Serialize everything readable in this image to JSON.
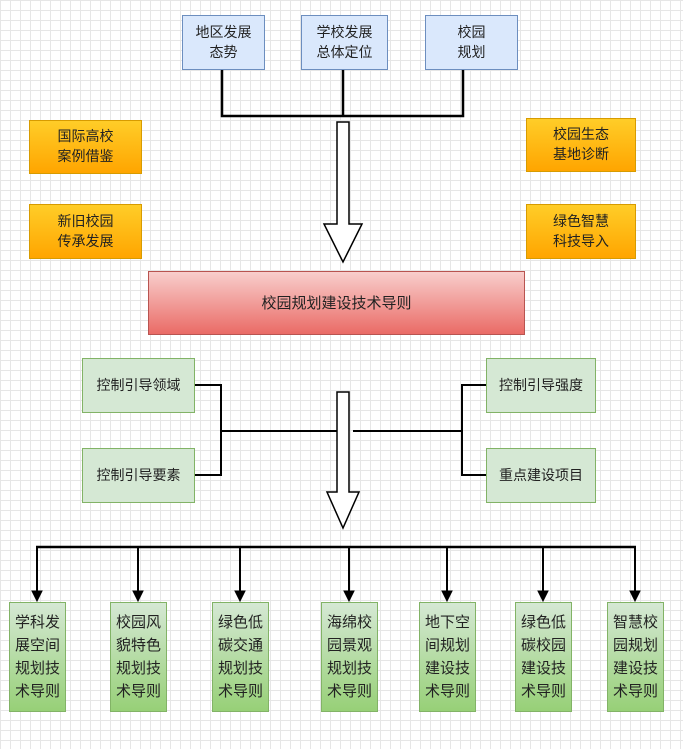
{
  "top_nodes": [
    "地区发展\n态势",
    "学校发展\n总体定位",
    "校园\n规划"
  ],
  "left_side": [
    "国际高校\n案例借鉴",
    "新旧校园\n传承发展"
  ],
  "right_side": [
    "校园生态\n基地诊断",
    "绿色智慧\n科技导入"
  ],
  "main_node": "校园规划建设技术导则",
  "control_left": [
    "控制引导领域",
    "控制引导要素"
  ],
  "control_right": [
    "控制引导强度",
    "重点建设项目"
  ],
  "bottom_nodes": [
    "学科发\n展空间\n规划技\n术导则",
    "校园风\n貌特色\n规划技\n术导则",
    "绿色低\n碳交通\n规划技\n术导则",
    "海绵校\n园景观\n规划技\n术导则",
    "地下空\n间规划\n建设技\n术导则",
    "绿色低\n碳校园\n建设技\n术导则",
    "智慧校\n园规划\n建设技\n术导则"
  ],
  "colors": {
    "blue_fill": "#dae8fc",
    "blue_stroke": "#6c8ebf",
    "orange_fill": "#ffcd28",
    "orange_stroke": "#d79b00",
    "red_fill": "#f8cecc",
    "red_stroke": "#b85450",
    "green_fill": "#d5e8d4",
    "green_stroke": "#82b366"
  }
}
